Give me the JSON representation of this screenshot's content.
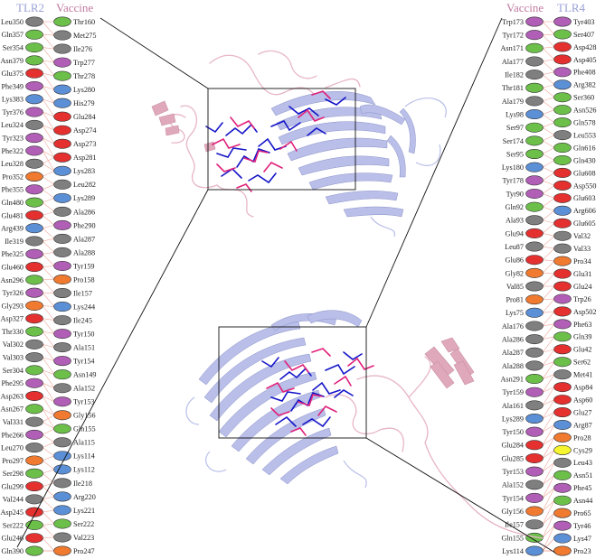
{
  "headers": {
    "left_receptor": "TLR2",
    "left_vaccine": "Vaccine",
    "right_vaccine": "Vaccine",
    "right_receptor": "TLR4"
  },
  "colors": {
    "header_receptor": "#9aa0d6",
    "header_vaccine": "#c07aa0",
    "link": "#f2a79a",
    "Leu": "#7f7f7f",
    "Ile": "#7f7f7f",
    "Val": "#7f7f7f",
    "Ala": "#7f7f7f",
    "Met": "#7f7f7f",
    "Pro": "#f07a30",
    "Gly": "#f07a30",
    "Phe": "#b15eb6",
    "Tyr": "#b15eb6",
    "Trp": "#b15eb6",
    "Ser": "#6cc04a",
    "Thr": "#6cc04a",
    "Asn": "#6cc04a",
    "Gln": "#6cc04a",
    "Glu": "#e53030",
    "Asp": "#e53030",
    "Lys": "#5b8fd6",
    "Arg": "#5b8fd6",
    "His": "#5b8fd6",
    "Cys": "#f5f530",
    "tlr_ribbon": "#b9bfe8",
    "vaccine_ribbon": "#e7b6c6",
    "stick_blue": "#1515c8",
    "stick_pink": "#e0207a"
  },
  "tlr2_panel": {
    "receptor": [
      "Leu350",
      "Gln357",
      "Ser354",
      "Asn379",
      "Glu375",
      "Phe349",
      "Lys383",
      "Tyr376",
      "Leu324",
      "Tyr323",
      "Phe322",
      "Leu328",
      "Pro352",
      "Phe355",
      "Gln480",
      "Glu481",
      "Arg439",
      "Ile319",
      "Phe325",
      "Glu460",
      "Asn296",
      "Tyr326",
      "Gly293",
      "Asp327",
      "Thr330",
      "Val302",
      "Val303",
      "Ser304",
      "Phe295",
      "Asp263",
      "Asn267",
      "Val331",
      "Phe266",
      "Leu270",
      "Pro297",
      "Ser298",
      "Glu299",
      "Val244",
      "Asp245",
      "Ser222",
      "Glu246",
      "Gln390"
    ],
    "vaccine": [
      "Thr160",
      "Met275",
      "Ile276",
      "Trp277",
      "Thr278",
      "Lys280",
      "His279",
      "Glu284",
      "Asp274",
      "Asp273",
      "Asp281",
      "Lys283",
      "Leu282",
      "Lys289",
      "Ala286",
      "Phe290",
      "Ala287",
      "Ala288",
      "Tyr159",
      "Pro158",
      "Ile157",
      "Lys244",
      "Ile245",
      "Tyr150",
      "Ala151",
      "Tyr154",
      "Asn149",
      "Ala152",
      "Tyr153",
      "Gly156",
      "Gln155",
      "Ala115",
      "Lys114",
      "Lys112",
      "Ile218",
      "Arg220",
      "Lys221",
      "Ser222",
      "Val223",
      "Pro247"
    ]
  },
  "tlr4_panel": {
    "vaccine": [
      "Trp173",
      "Tyr172",
      "Asn171",
      "Ala177",
      "Ile182",
      "Thr181",
      "Ala179",
      "Lys98",
      "Ser97",
      "Ser174",
      "Ser95",
      "Lys180",
      "Tyr178",
      "Tyr90",
      "Gln92",
      "Ala93",
      "Glu94",
      "Leu87",
      "Glu86",
      "Gly82",
      "Val85",
      "Pro81",
      "Lys75",
      "Ala176",
      "Ala286",
      "Ala287",
      "Ala288",
      "Asn291",
      "Tyr159",
      "Ala161",
      "Lys289",
      "Tyr150",
      "Glu284",
      "Glu285",
      "Tyr153",
      "Ala152",
      "Tyr154",
      "Gly156",
      "Ile157",
      "Gln155",
      "Lys114"
    ],
    "receptor": [
      "Tyr403",
      "Ser407",
      "Asp428",
      "Asp405",
      "Phe408",
      "Arg382",
      "Ser360",
      "Asn526",
      "Gln578",
      "Leu553",
      "Gln616",
      "Gln430",
      "Glu608",
      "Asp550",
      "Glu603",
      "Arg606",
      "Glu605",
      "Val32",
      "Val33",
      "Pro34",
      "Glu31",
      "Glu24",
      "Trp26",
      "Asp502",
      "Phe63",
      "Gln39",
      "Glu42",
      "Ser62",
      "Met41",
      "Asp84",
      "Asp60",
      "Glu27",
      "Arg87",
      "Pro28",
      "Cys29",
      "Leu43",
      "Asn51",
      "Phe45",
      "Asn44",
      "Pro65",
      "Tyr46",
      "Lys47",
      "Pro23"
    ]
  }
}
